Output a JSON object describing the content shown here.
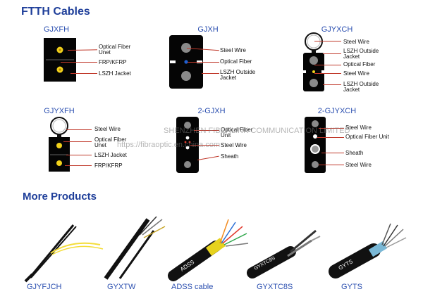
{
  "titles": {
    "ftth": "FTTH Cables",
    "more": "More Products"
  },
  "cables": {
    "gjxfh": {
      "name": "GJXFH",
      "labels": [
        "Optical Fiber Unet",
        "FRP/KFRP",
        "LSZH Jacket"
      ]
    },
    "gjxh": {
      "name": "GJXH",
      "labels": [
        "Steel Wire",
        "Optical Fiber",
        "LSZH Outside Jacket"
      ]
    },
    "gjyxch": {
      "name": "GJYXCH",
      "labels": [
        "Steel Wire",
        "LSZH Outside Jacket",
        "Optical Fiber",
        "Steel Wire",
        "LSZH Outside Jacket"
      ]
    },
    "gjyxfh": {
      "name": "GJYXFH",
      "labels": [
        "Steel Wire",
        "Optical Fiber Unet",
        "LSZH Jacket",
        "FRP/KFRP"
      ]
    },
    "gjxh2": {
      "name": "2-GJXH",
      "labels": [
        "Optical Fiber Unit",
        "Steel Wire",
        "Sheath"
      ]
    },
    "gjyxch2": {
      "name": "2-GJYXCH",
      "labels": [
        "Steel Wire",
        "Optical Fiber Unit",
        "Sheath",
        "Steel Wire"
      ]
    }
  },
  "products": [
    {
      "name": "GJYFJCH"
    },
    {
      "name": "GYXTW"
    },
    {
      "name": "ADSS cable",
      "print": "ADSS"
    },
    {
      "name": "GYXTC8S",
      "print": "GYXTC8S"
    },
    {
      "name": "GYTS",
      "print": "GYTS"
    }
  ],
  "watermark": {
    "line1": "SHENZHEN FIBERLINK COMMUNICATION LIMITED",
    "line2": "https://fibraoptic.en.china.com"
  },
  "colors": {
    "title": "#1f3f9a",
    "name": "#2b4fb0",
    "pointer": "#c0392b",
    "fiber": "#f2d21b",
    "fiber_blue": "#1f5fd0"
  }
}
